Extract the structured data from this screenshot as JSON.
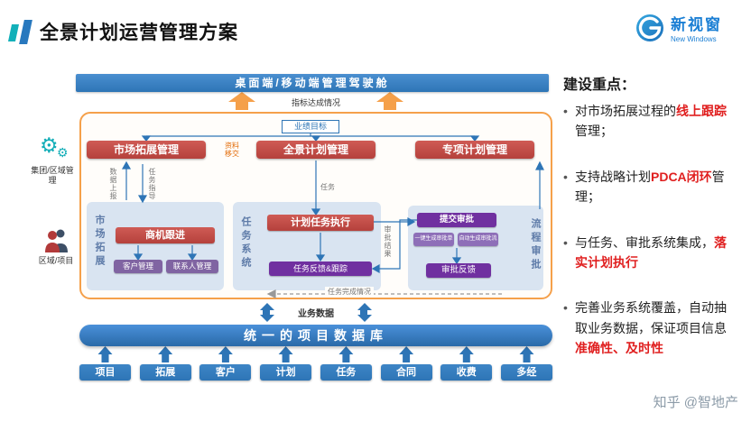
{
  "header": {
    "title": "全景计划运营管理方案",
    "logo": {
      "name": "新视窗",
      "sub": "New Windows"
    }
  },
  "roles": {
    "group": "集团/区域管理",
    "project": "区域/项目"
  },
  "diagram": {
    "cockpit": "桌面端/移动端管理驾驶舱",
    "kpi_status": "指标达成情况",
    "business_goal": "业绩目标",
    "modules": [
      "市场拓展管理",
      "全景计划管理",
      "专项计划管理"
    ],
    "labels": {
      "data_transfer": "资料移交",
      "data_report": "数据上报",
      "task_guide": "任务指导",
      "task": "任务",
      "approval_result": "审批结果",
      "task_completion": "任务完成情况",
      "business_data": "业务数据"
    },
    "market_panel": {
      "title": "市场拓展",
      "lead": "商机跟进",
      "chips": [
        "客户管理",
        "联系人管理"
      ]
    },
    "task_panel": {
      "title": "任务系统",
      "execute": "计划任务执行",
      "feedback": "任务反馈&跟踪"
    },
    "approval_panel": {
      "title": "流程审批",
      "submit": "提交审批",
      "chips": [
        "一键生成审批单",
        "自动生成审批流"
      ],
      "feedback": "审批反馈"
    },
    "database": {
      "title": "统一的项目数据库",
      "entities": [
        "项目",
        "拓展",
        "客户",
        "计划",
        "任务",
        "合同",
        "收费",
        "多经"
      ]
    }
  },
  "key_points": {
    "heading": "建设重点：",
    "bullets": [
      {
        "pre": "对市场拓展过程的",
        "em": "线上跟踪",
        "post": "管理；"
      },
      {
        "pre": "支持战略计划",
        "em": "PDCA闭环",
        "post": "管理；"
      },
      {
        "pre": "与任务、审批系统集成，",
        "em": "落实计划执行",
        "post": ""
      },
      {
        "pre": "完善业务系统覆盖，自动抽取业务数据，保证项目信息",
        "em": "准确性、及时性",
        "post": ""
      }
    ]
  },
  "watermark": "知乎 @智地产",
  "colors": {
    "primary_blue": "#2e75b6",
    "accent_orange": "#f5a04a",
    "node_red": "#c0504d",
    "node_purple": "#7030a0",
    "node_lilac": "#8064a2",
    "panel_blue": "#d9e4f1",
    "emphasis_red": "#e01f1f",
    "brand_teal": "#12b0b9",
    "brand_blue": "#1b7fd4"
  }
}
